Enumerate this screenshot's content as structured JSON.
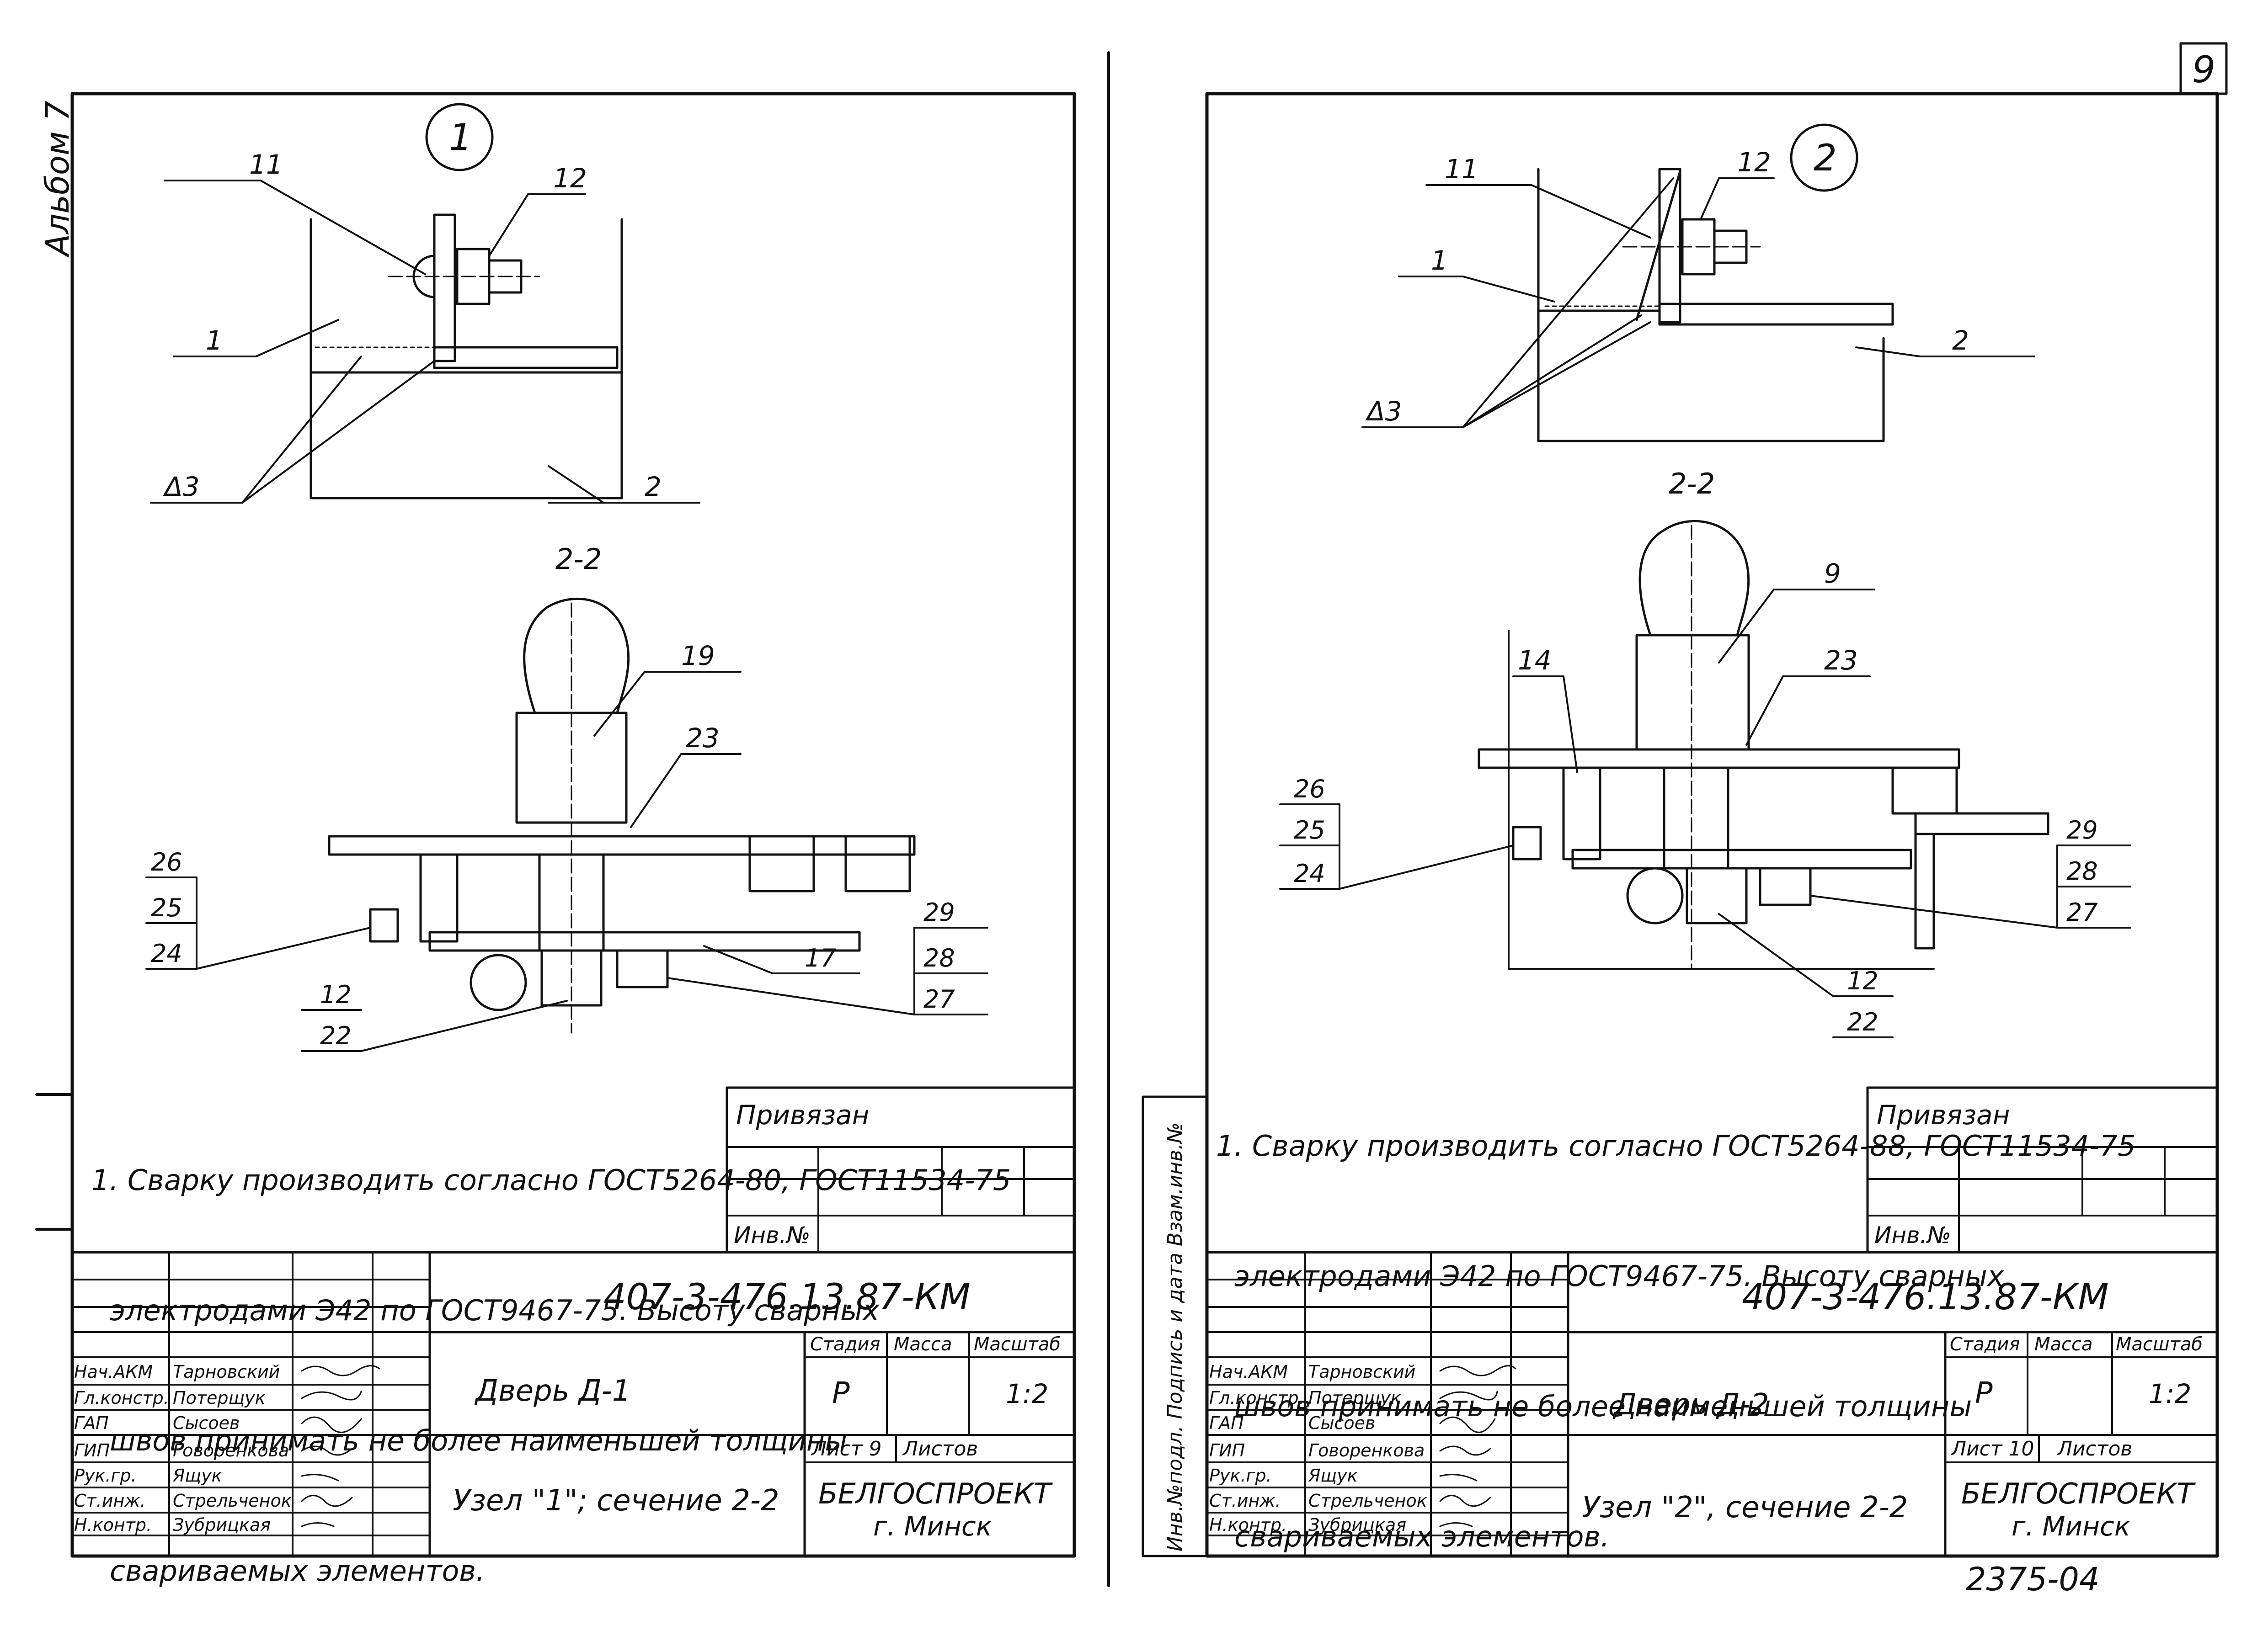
{
  "album_label": "Альбом 7",
  "page_number": "9",
  "archive_number": "2375-04",
  "side_stamp": "Инв.№подл.  Подпись и дата  Взам.инв.№",
  "sheets": [
    {
      "node_number": "1",
      "section_label": "2-2",
      "weld_symbol": "Δ3",
      "upper_callouts": [
        "11",
        "12",
        "1",
        "2"
      ],
      "section_callouts": [
        "19",
        "23",
        "26",
        "25",
        "24",
        "29",
        "28",
        "27",
        "17",
        "12",
        "22"
      ],
      "note_lines": [
        "1. Сварку производить согласно ГОСТ5264-80, ГОСТ11534-75",
        "электродами Э42 по ГОСТ9467-75. Высоту сварных",
        "швов принимать не более наименьшей толщины",
        "свариваемых элементов."
      ],
      "privyazan": "Привязан",
      "inv_no": "Инв.№",
      "doc_code": "407-3-476.13.87-КМ",
      "title_object": "Дверь Д-1",
      "title_sheet": "Узел \"1\"; сечение 2-2",
      "stage_header": "Стадия",
      "mass_header": "Масса",
      "scale_header": "Масштаб",
      "stage": "Р",
      "scale": "1:2",
      "sheet_label": "Лист 9",
      "sheets_label": "Листов",
      "org": "БЕЛГОСПРОЕКТ",
      "city": "г. Минск",
      "staff": [
        {
          "role": "Нач.АКМ",
          "name": "Тарновский"
        },
        {
          "role": "Гл.констр.",
          "name": "Потерщук"
        },
        {
          "role": "ГАП",
          "name": "Сысоев"
        },
        {
          "role": "ГИП",
          "name": "Говоренкова"
        },
        {
          "role": "Рук.гр.",
          "name": "Ящук"
        },
        {
          "role": "Ст.инж.",
          "name": "Стрельченок"
        },
        {
          "role": "Н.контр.",
          "name": "Зубрицкая"
        }
      ]
    },
    {
      "node_number": "2",
      "section_label": "2-2",
      "weld_symbol": "Δ3",
      "upper_callouts": [
        "11",
        "12",
        "1",
        "2"
      ],
      "section_callouts": [
        "9",
        "23",
        "14",
        "26",
        "25",
        "24",
        "29",
        "28",
        "27",
        "12",
        "22"
      ],
      "note_lines": [
        "1. Сварку производить согласно ГОСТ5264-88, ГОСТ11534-75",
        "электродами Э42 по ГОСТ9467-75. Высоту сварных",
        "швов принимать не более наименьшей толщины",
        "свариваемых элементов."
      ],
      "privyazan": "Привязан",
      "inv_no": "Инв.№",
      "doc_code": "407-3-476.13.87-КМ",
      "title_object": "Дверь Д-2",
      "title_sheet": "Узел \"2\", сечение 2-2",
      "stage_header": "Стадия",
      "mass_header": "Масса",
      "scale_header": "Масштаб",
      "stage": "Р",
      "scale": "1:2",
      "sheet_label": "Лист 10",
      "sheets_label": "Листов",
      "org": "БЕЛГОСПРОЕКТ",
      "city": "г. Минск",
      "staff": [
        {
          "role": "Нач.АКМ",
          "name": "Тарновский"
        },
        {
          "role": "Гл.констр.",
          "name": "Потерщук"
        },
        {
          "role": "ГАП",
          "name": "Сысоев"
        },
        {
          "role": "ГИП",
          "name": "Говоренкова"
        },
        {
          "role": "Рук.гр.",
          "name": "Ящук"
        },
        {
          "role": "Ст.инж.",
          "name": "Стрельченок"
        },
        {
          "role": "Н.контр.",
          "name": "Зубрицкая"
        }
      ]
    }
  ]
}
